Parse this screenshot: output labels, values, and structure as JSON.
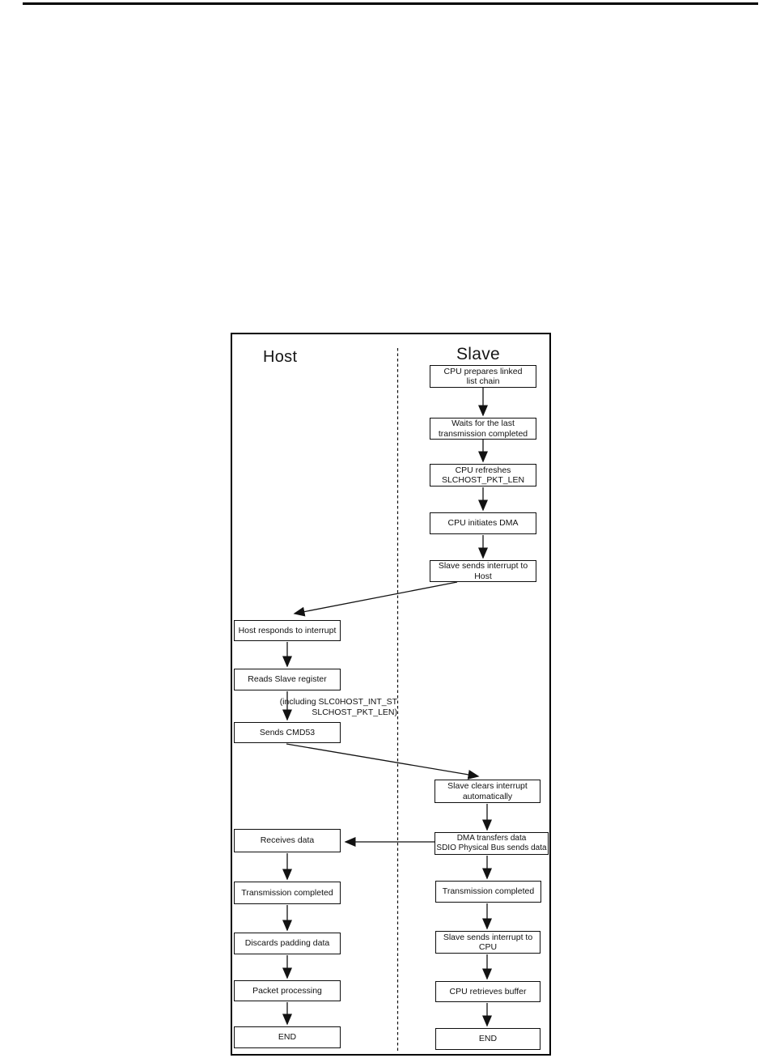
{
  "colors": {
    "ink": "#111111",
    "background": "#ffffff"
  },
  "flowchart": {
    "host_title": "Host",
    "slave_title": "Slave",
    "annotation": "(including SLC0HOST_INT_ST\nSLCHOST_PKT_LEN)",
    "host_steps": [
      "Host responds to interrupt",
      "Reads Slave register",
      "Sends CMD53",
      "Receives data",
      "Transmission completed",
      "Discards padding data",
      "Packet processing",
      "END"
    ],
    "slave_steps": [
      "CPU prepares linked\nlist chain",
      "Waits for the last\ntransmission completed",
      "CPU refreshes\nSLCHOST_PKT_LEN",
      "CPU initiates DMA",
      "Slave sends interrupt to\nHost",
      "Slave clears interrupt\nautomatically",
      "DMA transfers data\nSDIO Physical Bus sends data",
      "Transmission completed",
      "Slave sends interrupt to\nCPU",
      "CPU retrieves buffer",
      "END"
    ]
  }
}
